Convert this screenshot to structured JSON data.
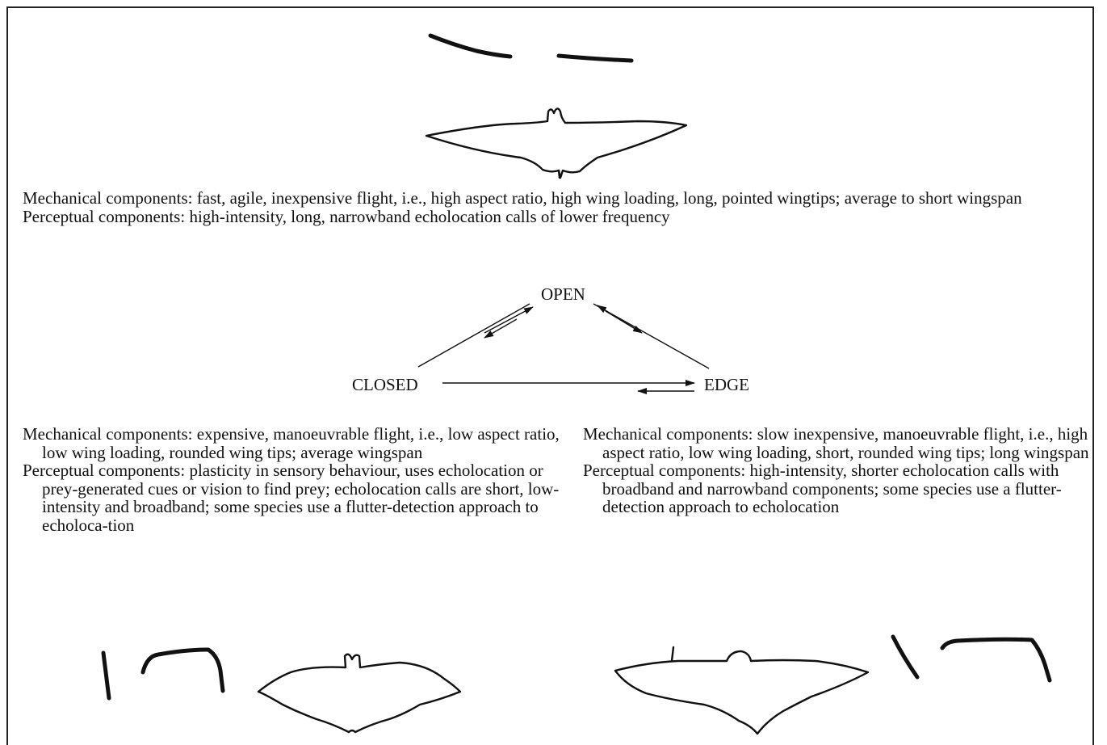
{
  "top": {
    "mechanical": "Mechanical components: fast, agile, inexpensive flight, i.e., high aspect ratio, high wing loading, long, pointed wingtips; average to short wingspan",
    "perceptual": "Perceptual components: high-intensity, long, narrowband echolocation calls of lower frequency"
  },
  "triangle": {
    "open_label": "OPEN",
    "closed_label": "CLOSED",
    "edge_label": "EDGE"
  },
  "left": {
    "mechanical": "Mechanical components: expensive, manoeuvrable flight, i.e., low aspect ratio, low wing loading, rounded wing tips; average wingspan",
    "perceptual": "Perceptual components: plasticity in sensory behaviour, uses echolocation or prey-generated cues or vision to find prey; echolocation calls are short, low-intensity and broadband; some species use a flutter-detection approach to echoloca-tion"
  },
  "right": {
    "mechanical": "Mechanical components: slow inexpensive, manoeuvrable flight, i.e., high aspect ratio, low wing loading, short, rounded wing tips; long wingspan",
    "perceptual": "Perceptual components: high-intensity, shorter echolocation calls with broadband and narrowband components; some species use a flutter-detection approach to echolocation"
  }
}
